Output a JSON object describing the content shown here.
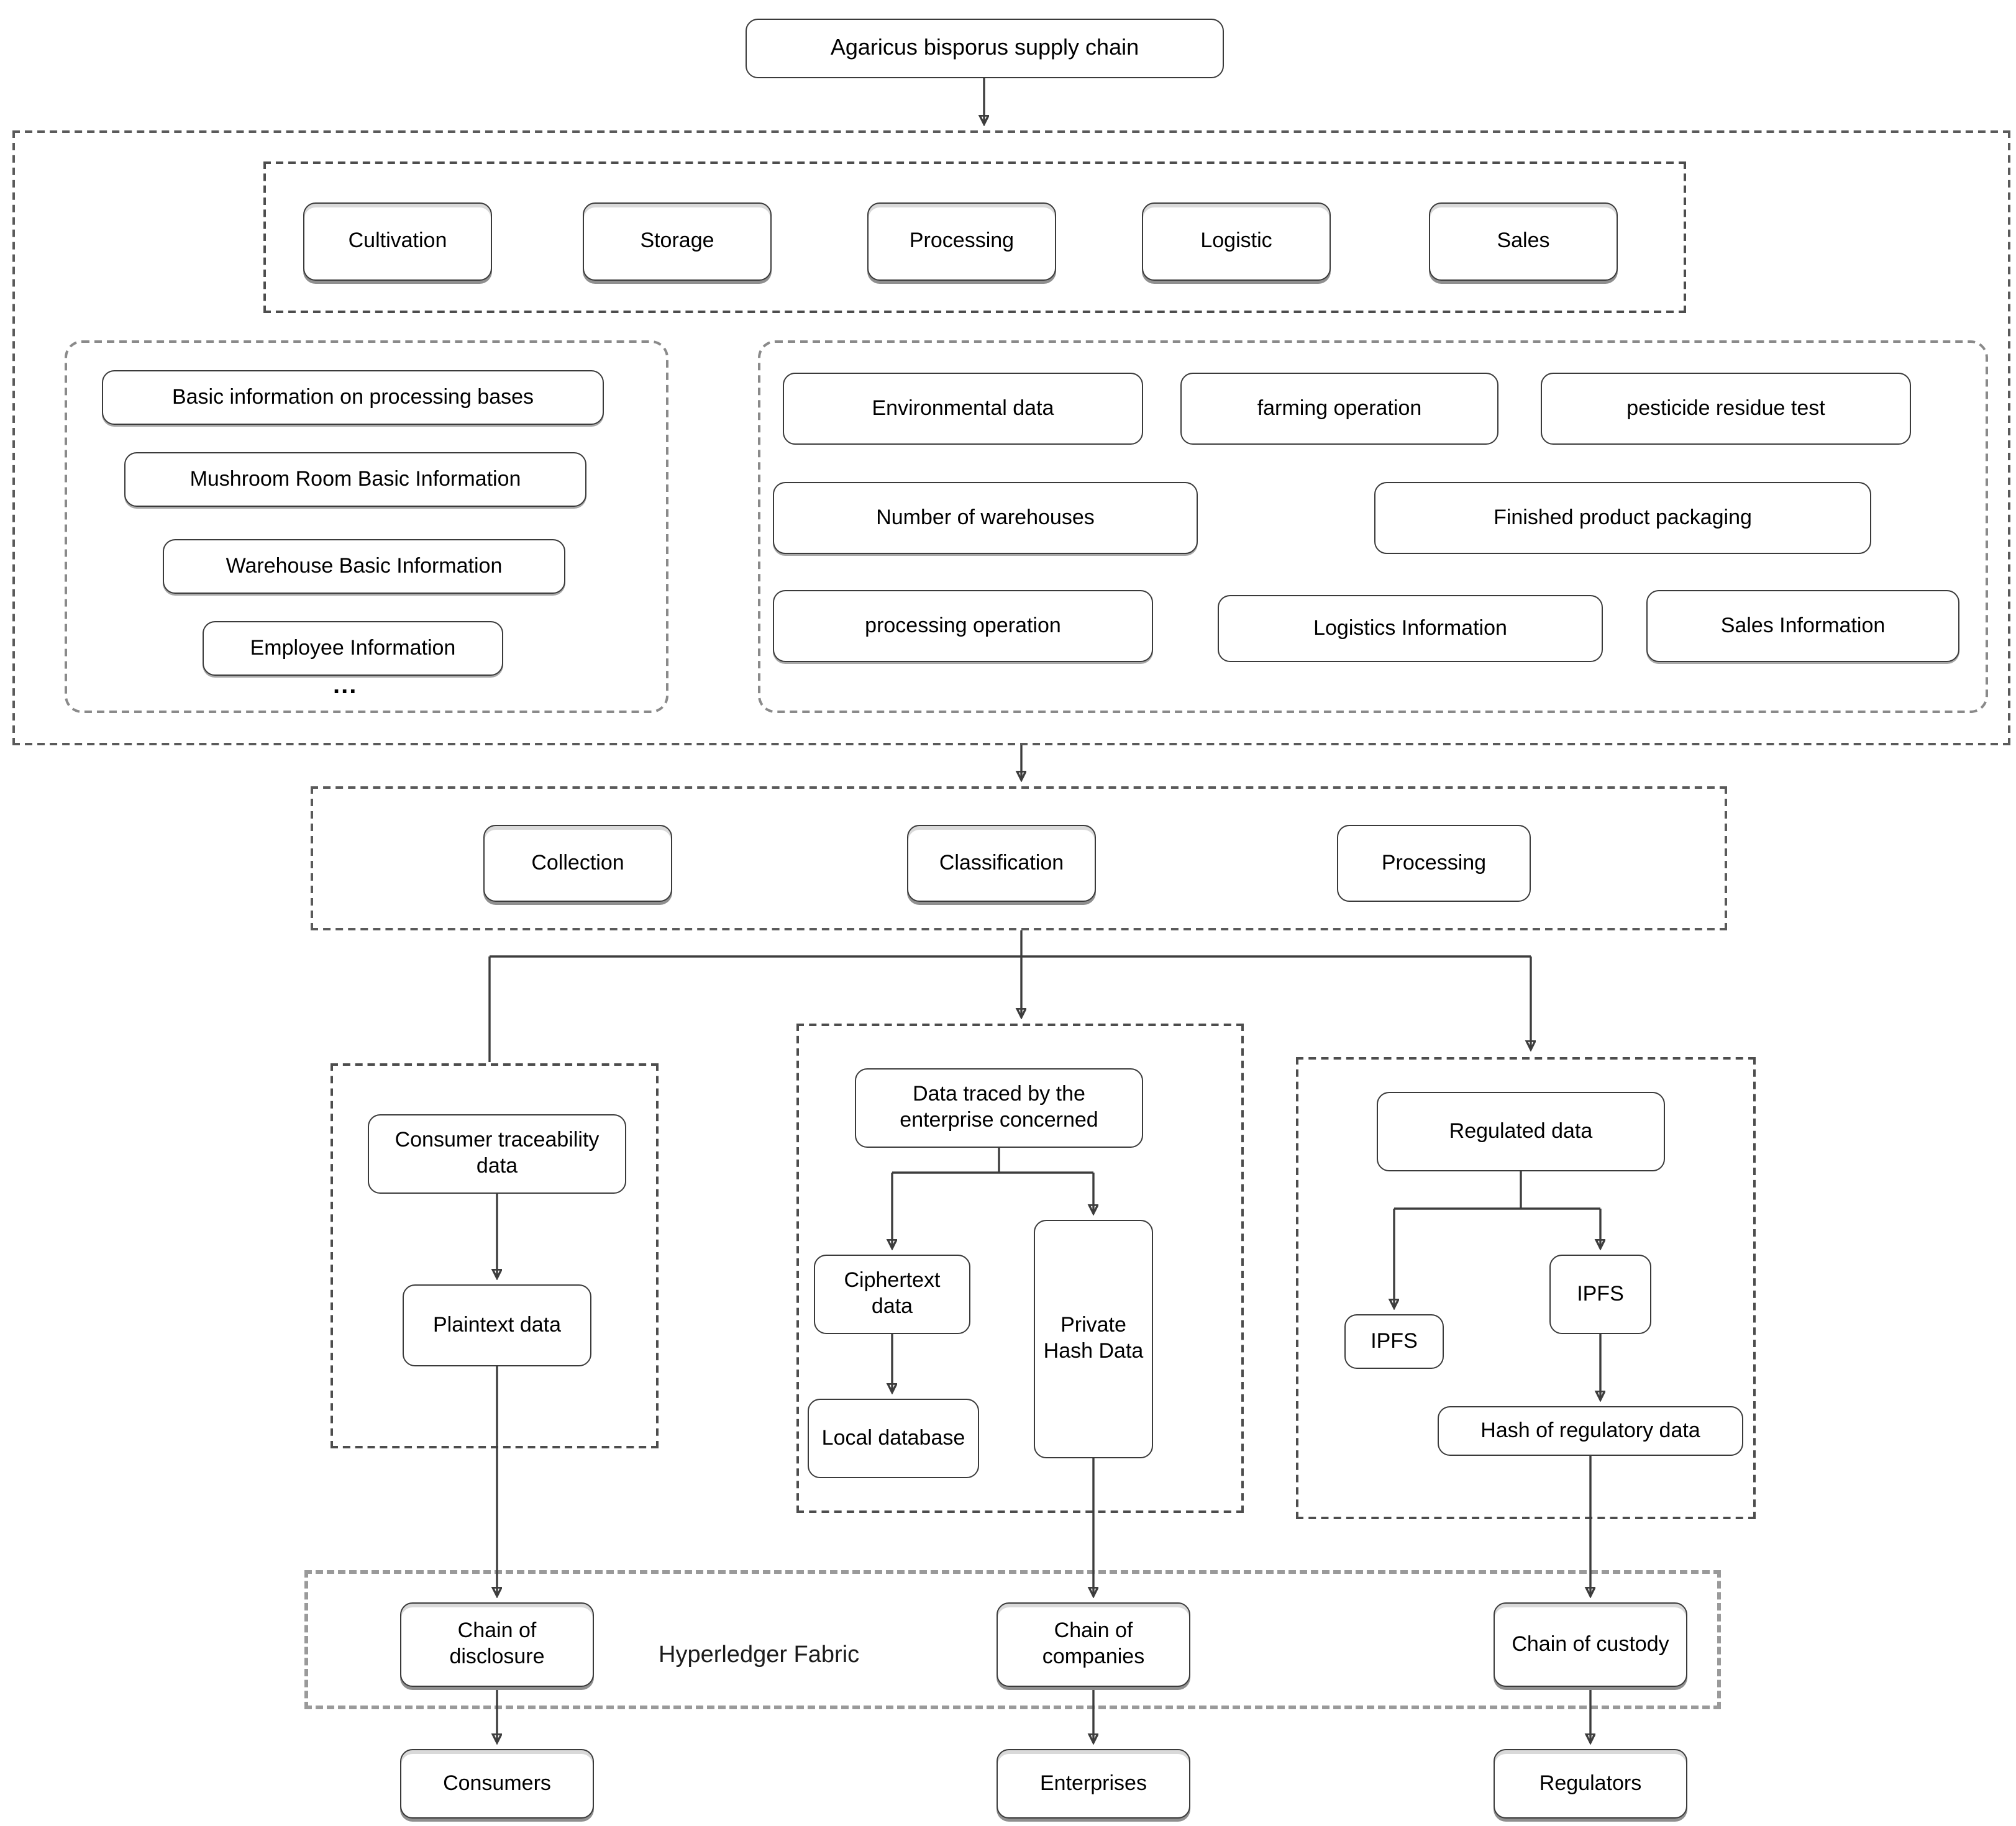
{
  "title": "Agaricus bisporus supply chain",
  "stages": [
    "Cultivation",
    "Storage",
    "Processing",
    "Logistic",
    "Sales"
  ],
  "basic_info": {
    "items": [
      "Basic information on processing bases",
      "Mushroom Room Basic Information",
      "Warehouse Basic Information",
      "Employee Information"
    ],
    "ellipsis": "..."
  },
  "collected_data": [
    "Environmental data",
    "farming operation",
    "pesticide residue test",
    "Number of warehouses",
    "Finished product packaging",
    "processing operation",
    "Logistics Information",
    "Sales Information"
  ],
  "pipeline": [
    "Collection",
    "Classification",
    "Processing"
  ],
  "branches": {
    "consumer": {
      "source": "Consumer traceability data",
      "result": "Plaintext data"
    },
    "enterprise": {
      "source": "Data traced by the enterprise concerned",
      "ciphertext": "Ciphertext data",
      "local_database": "Local database",
      "private_hash": "Private Hash Data"
    },
    "regulator": {
      "source": "Regulated data",
      "ipfs_left": "IPFS",
      "ipfs_right": "IPFS",
      "hash": "Hash of regulatory data"
    }
  },
  "blockchain": {
    "platform": "Hyperledger Fabric",
    "chains": [
      "Chain of disclosure",
      "Chain of companies",
      "Chain of custody"
    ]
  },
  "actors": [
    "Consumers",
    "Enterprises",
    "Regulators"
  ],
  "colors": {
    "box_border": "#3a3a3a",
    "dashed_border": "#8a8a8a",
    "connector": "#3d3d3d",
    "text": "#000000",
    "background": "#ffffff"
  }
}
